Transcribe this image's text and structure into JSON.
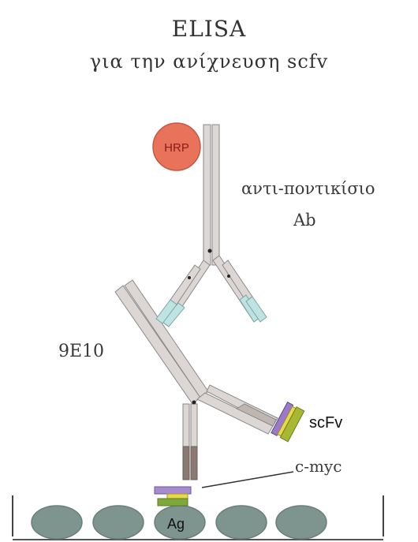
{
  "diagram": {
    "title": "ELISA",
    "subtitle": "για την ανίχνευση scfv",
    "labels": {
      "hrp": "HRP",
      "anti_mouse_line1": "αντι-ποντικίσιο",
      "anti_mouse_line2": "Ab",
      "clone": "9E10",
      "scfv": "scFv",
      "cmyc": "c-myc",
      "antigen": "Ag"
    },
    "colors": {
      "antibody_outline": "#8a8a8a",
      "antibody_fill": "#dcd6d4",
      "hrp_fill": "#e8735a",
      "hrp_text": "#8a1a1a",
      "antigen_fill": "#7d948f",
      "variable_tip": "#bfe3e3",
      "scfv_purple": "#9b7bc8",
      "scfv_green": "#a8b832",
      "scfv_yellow": "#e8d84a",
      "cmyc_purple": "#a68ccf",
      "cmyc_green": "#7fa83a"
    },
    "antigen_count": 5
  }
}
